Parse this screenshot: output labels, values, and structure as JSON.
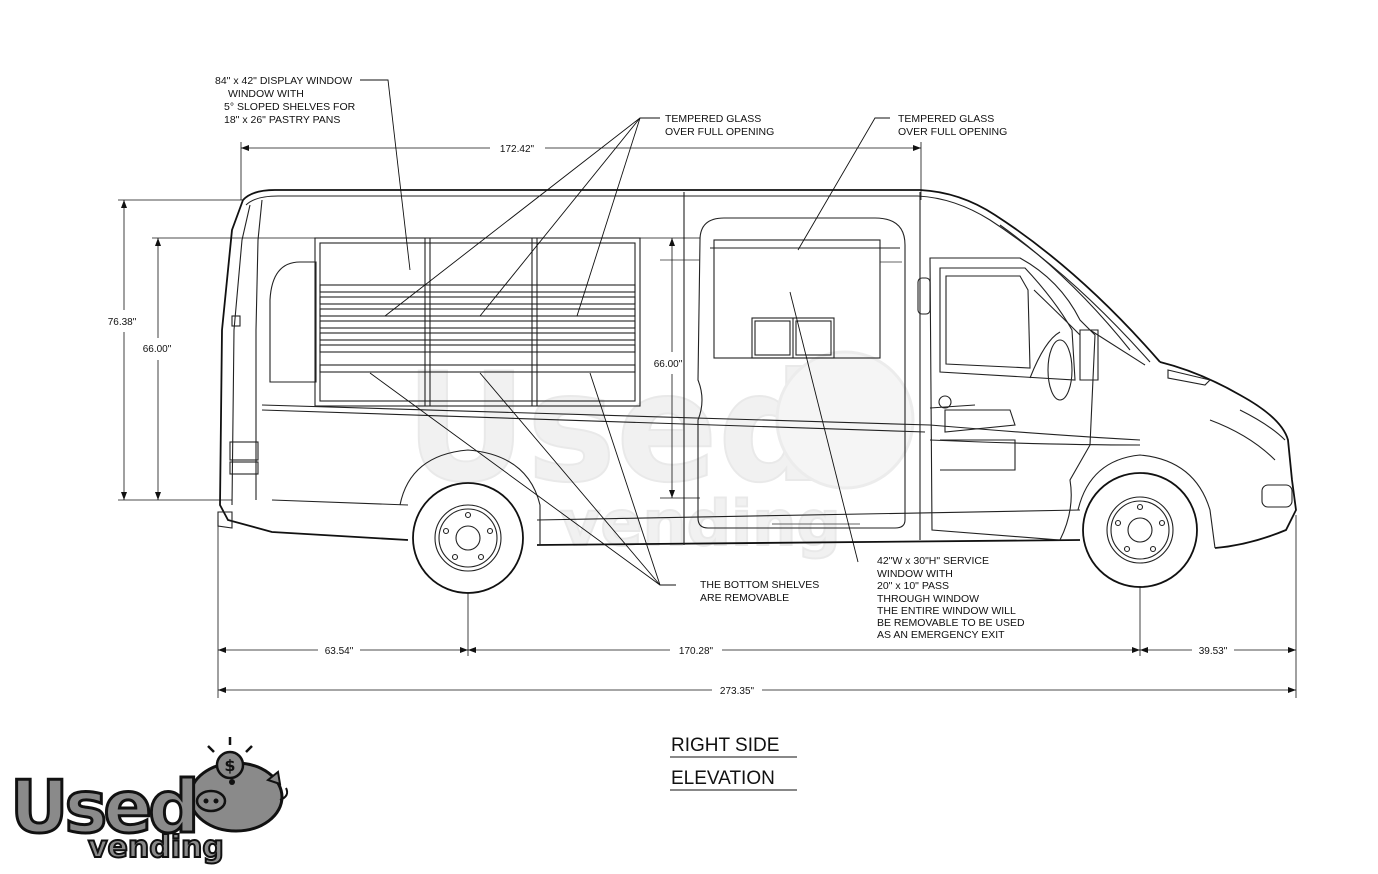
{
  "annotations": {
    "display_window": [
      "84\" x 42\" DISPLAY WINDOW",
      "WINDOW WITH",
      "5° SLOPED SHELVES FOR",
      "18\" x 26\" PASTRY PANS"
    ],
    "tempered_glass_left": [
      "TEMPERED GLASS",
      "OVER FULL OPENING"
    ],
    "tempered_glass_right": [
      "TEMPERED GLASS",
      "OVER FULL OPENING"
    ],
    "bottom_shelves": [
      "THE BOTTOM SHELVES",
      "ARE REMOVABLE"
    ],
    "service_window": [
      "42\"W x 30\"H\" SERVICE",
      "WINDOW WITH",
      "20\" x 10\" PASS",
      "THROUGH WINDOW",
      "THE ENTIRE WINDOW WILL",
      "BE REMOVABLE TO BE USED",
      "AS AN EMERGENCY EXIT"
    ]
  },
  "dimensions": {
    "top_length": "172.42\"",
    "overall_height": "76.38\"",
    "window_height_left": "66.00\"",
    "window_height_mid": "66.00\"",
    "rear_overhang": "63.54\"",
    "wheelbase": "170.28\"",
    "front_overhang": "39.53\"",
    "overall_length": "273.35\""
  },
  "title": [
    "RIGHT SIDE",
    "ELEVATION"
  ],
  "logo": {
    "word1": "Used",
    "word2": "vending"
  },
  "colors": {
    "line": "#111111",
    "logo_gray": "#8a8a8a",
    "logo_outline": "#111111",
    "watermark": "#e3e3e3"
  }
}
